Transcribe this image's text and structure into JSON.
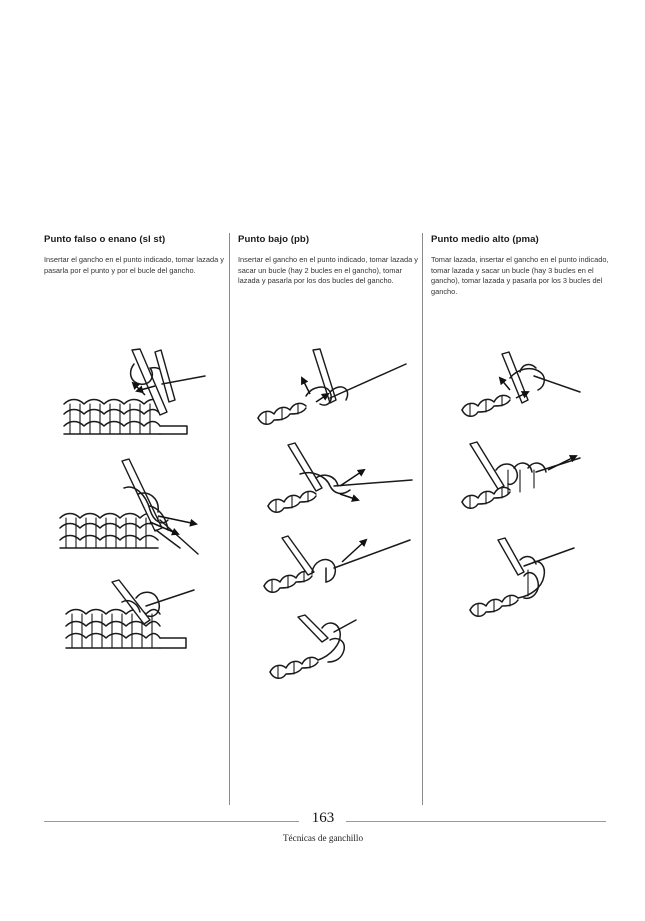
{
  "columns": [
    {
      "title": "Punto falso o enano (sl st)",
      "text": "Insertar el gancho en el punto indicado, tomar lazada y pasarla por el punto y por el bucle del gancho."
    },
    {
      "title": "Punto bajo (pb)",
      "text": "Insertar el gancho en el punto indicado, tomar lazada y sacar un bucle (hay 2 bucles en el gancho), tomar lazada y pasarla por los dos bucles del gancho."
    },
    {
      "title": "Punto medio alto (pma)",
      "text": "Tomar lazada, insertar el gancho en el punto indicado, tomar lazada y sacar un bucle (hay 3 bucles en el gancho), tomar lazada y pasarla por los 3 bucles del gancho."
    }
  ],
  "footer": {
    "page_number": "163",
    "section_title": "Técnicas de ganchillo"
  }
}
